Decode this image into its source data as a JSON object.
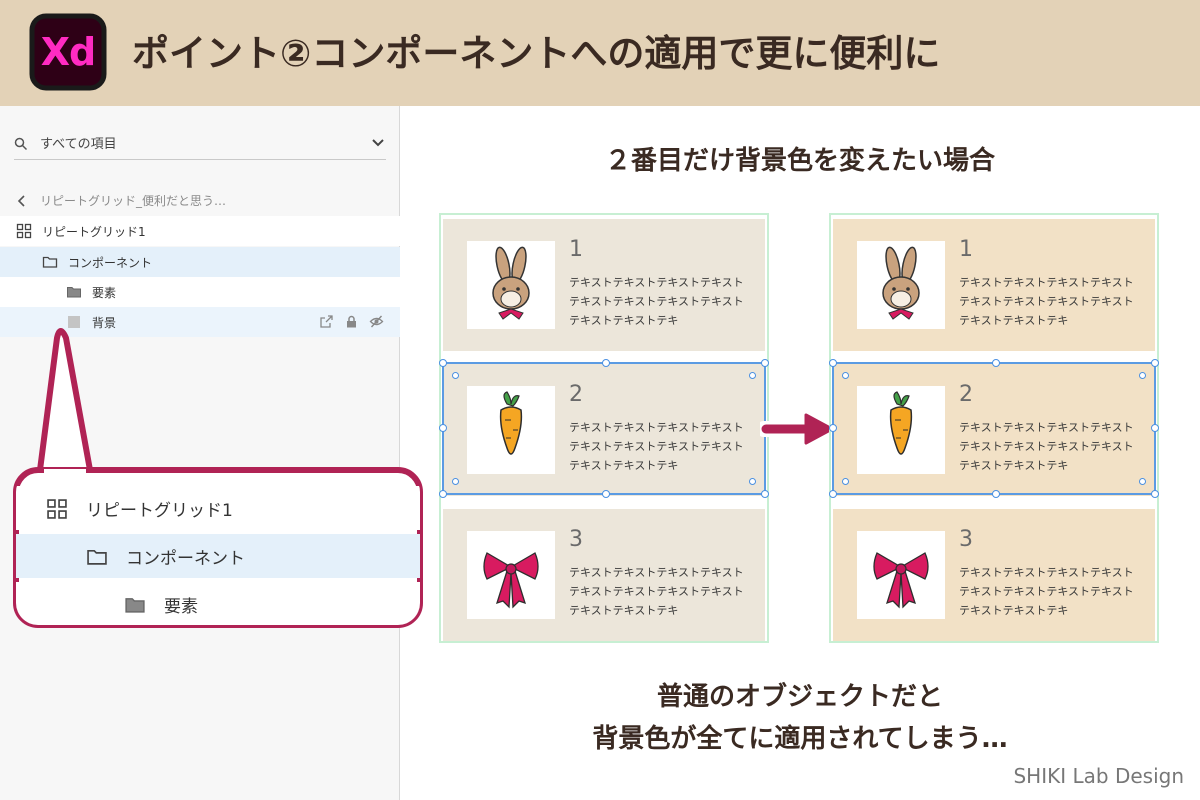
{
  "header": {
    "app_icon": "adobe-xd-logo",
    "app_icon_text": "Xd",
    "title": "ポイント②コンポーネントへの適用で更に便利に",
    "background_color": "#e3d2b7",
    "xd_color": "#ff2bc2"
  },
  "layers_panel": {
    "search_placeholder": "すべての項目",
    "back_label": "リピートグリッド_便利だと思う…",
    "items": [
      {
        "label": "リピートグリッド1",
        "icon": "repeat-grid-icon"
      },
      {
        "label": "コンポーネント",
        "icon": "folder-outline-icon"
      },
      {
        "label": "要素",
        "icon": "folder-filled-icon"
      },
      {
        "label": "背景",
        "icon": "rectangle-icon",
        "actions": [
          "external-link-icon",
          "lock-icon",
          "eye-off-icon"
        ]
      }
    ]
  },
  "callout": {
    "items": [
      {
        "label": "リピートグリッド1"
      },
      {
        "label": "コンポーネント"
      },
      {
        "label": "要素"
      }
    ],
    "border_color": "#b02355"
  },
  "main": {
    "subtitle": "２番目だけ背景色を変えたい場合",
    "cards": [
      {
        "number": "1",
        "text": "テキストテキストテキストテキストテキストテキストテキストテキストテキストテキストテキ",
        "image": "rabbit-illustration"
      },
      {
        "number": "2",
        "text": "テキストテキストテキストテキストテキストテキストテキストテキストテキストテキストテキ",
        "image": "carrot-illustration"
      },
      {
        "number": "3",
        "text": "テキストテキストテキストテキストテキストテキストテキストテキストテキストテキストテキ",
        "image": "ribbon-illustration"
      }
    ],
    "left_card_color": "#ece6da",
    "right_card_color": "#f2e1c6",
    "arrow_color": "#b02355",
    "bottom_line_1": "普通のオブジェクトだと",
    "bottom_line_2": "背景色が全てに適用されてしまう…",
    "credit": "SHIKI Lab Design"
  }
}
